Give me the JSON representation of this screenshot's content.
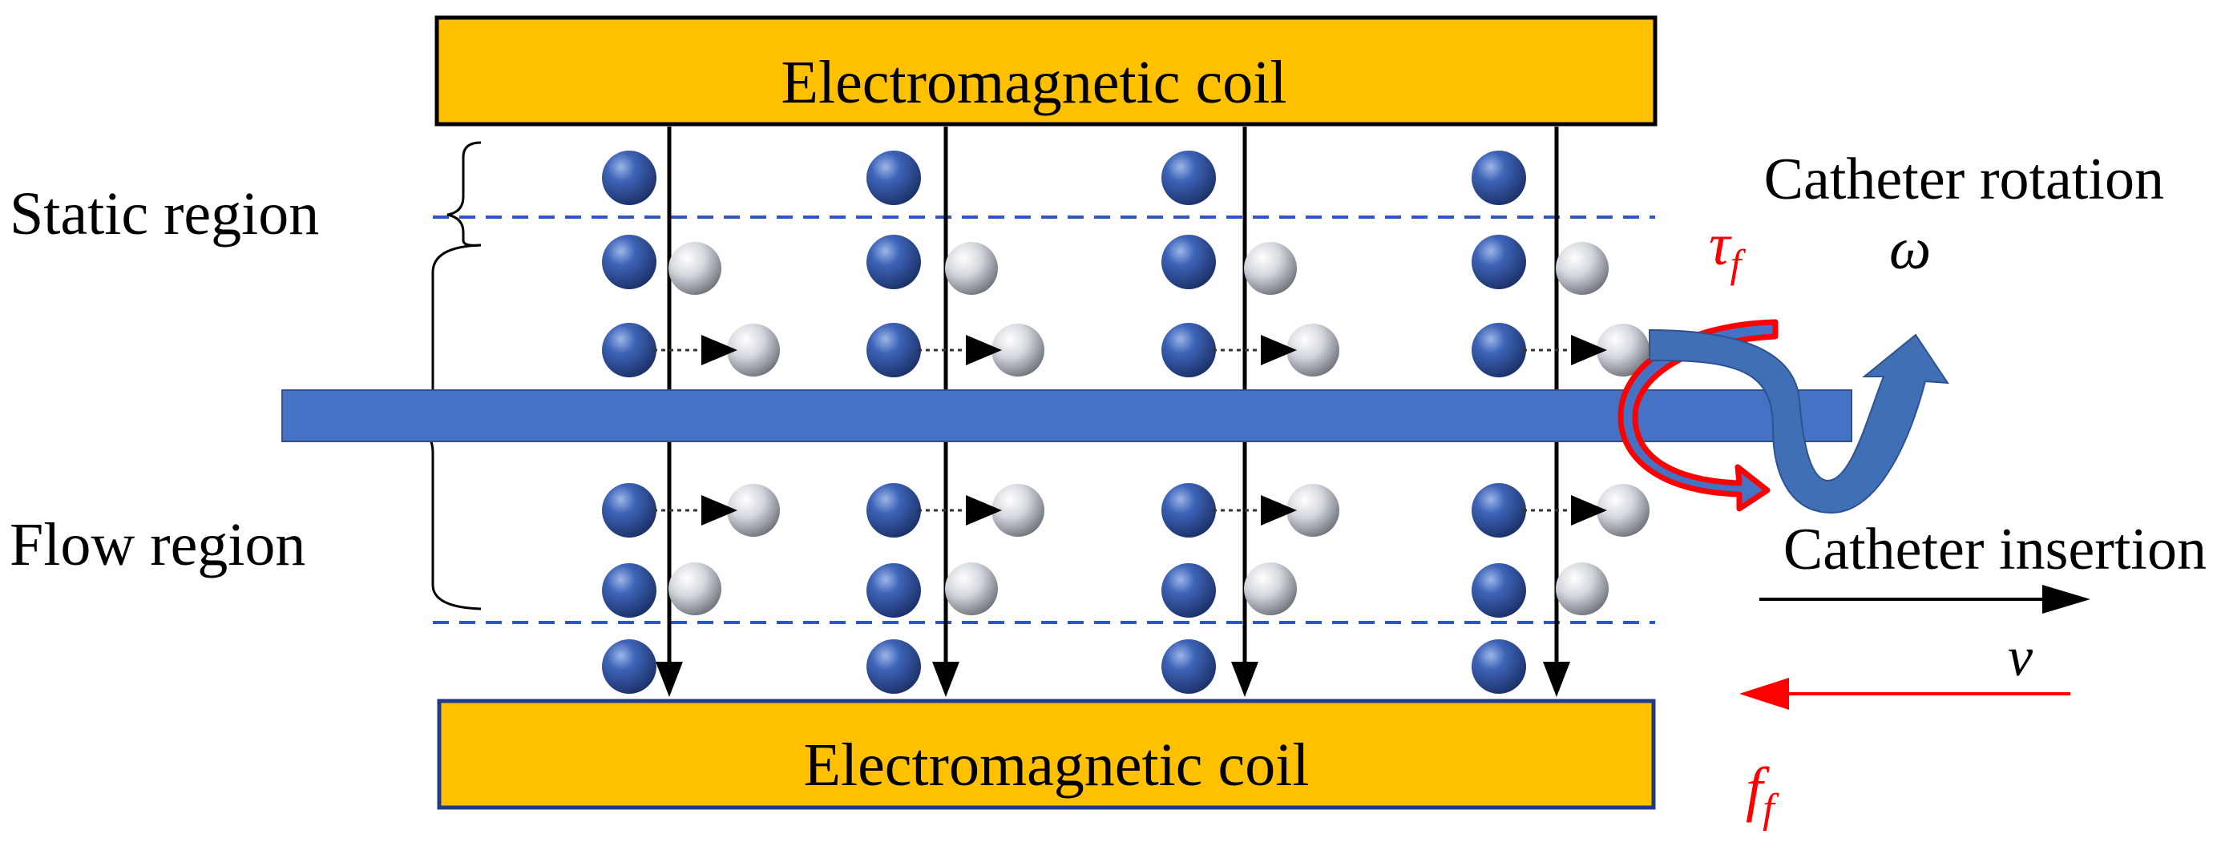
{
  "diagram": {
    "top_coil_label": "Electromagnetic coil",
    "bottom_coil_label": "Electromagnetic coil",
    "static_region_label": "Static region",
    "flow_region_label": "Flow region",
    "rotation_label": "Catheter rotation",
    "insertion_label": "Catheter insertion",
    "symbol_tau": "τ",
    "symbol_tau_sub": "f",
    "symbol_omega": "ω",
    "symbol_v": "v",
    "symbol_f": "f",
    "symbol_f_sub": "f",
    "particle_columns": 4
  },
  "colors": {
    "coil_fill": "#FFC000",
    "coil_border": "#000000",
    "bottom_coil_border": "#1F3C88",
    "catheter": "#4472C4",
    "dashed_line": "#2F55C8",
    "particle_blue": "#2E4F9A",
    "particle_silver": "#B8BCC4",
    "friction_red": "#FF0000",
    "rotation_arrow": "#3F6FB5"
  }
}
